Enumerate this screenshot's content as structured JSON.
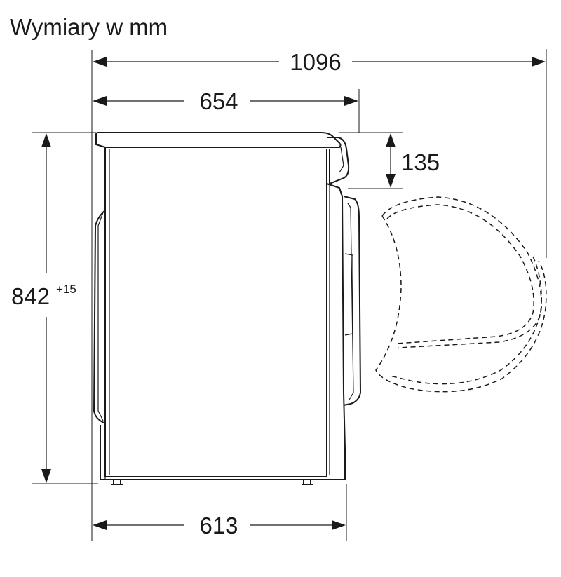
{
  "title": "Wymiary w mm",
  "dimensions": {
    "total_depth_door_open": "1096",
    "depth_top": "654",
    "door_protrusion": "135",
    "height": "842",
    "height_tolerance": "+15",
    "depth_body": "613"
  }
}
